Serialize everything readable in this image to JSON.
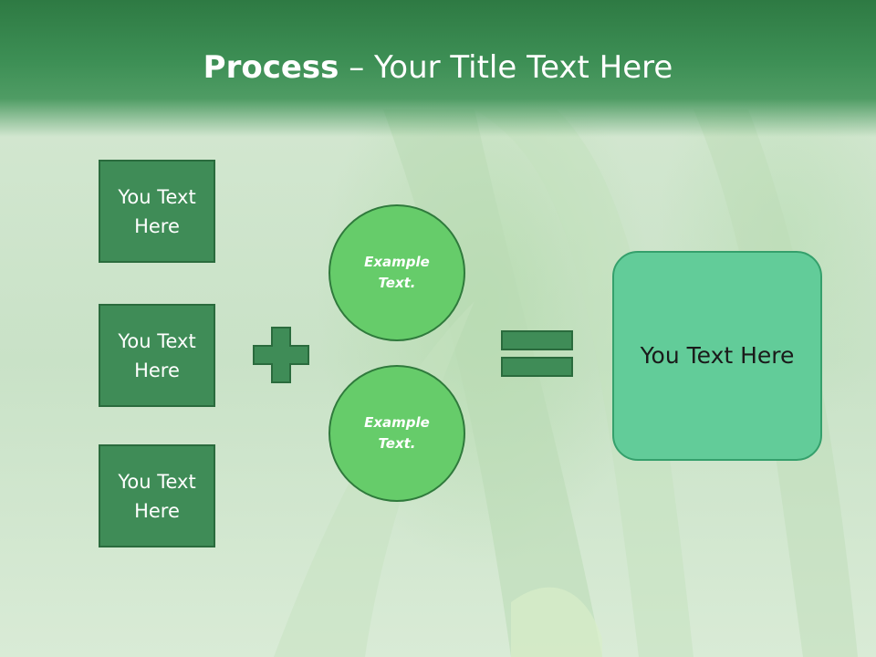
{
  "slide": {
    "title_bold": "Process",
    "title_sep": " – ",
    "title_rest": "Your Title Text Here"
  },
  "left_boxes": [
    {
      "line1": "You Text",
      "line2": "Here"
    },
    {
      "line1": "You Text",
      "line2": "Here"
    },
    {
      "line1": "You Text",
      "line2": "Here"
    }
  ],
  "circles": [
    {
      "line1": "Example",
      "line2": "Text."
    },
    {
      "line1": "Example",
      "line2": "Text."
    }
  ],
  "result_box": {
    "text": "You Text Here"
  },
  "colors": {
    "header_green": "#2e7a43",
    "box_green": "#3f8c57",
    "circle_green": "#66cc6a",
    "result_green": "#62cc99",
    "operator_green": "#3f8c57"
  }
}
